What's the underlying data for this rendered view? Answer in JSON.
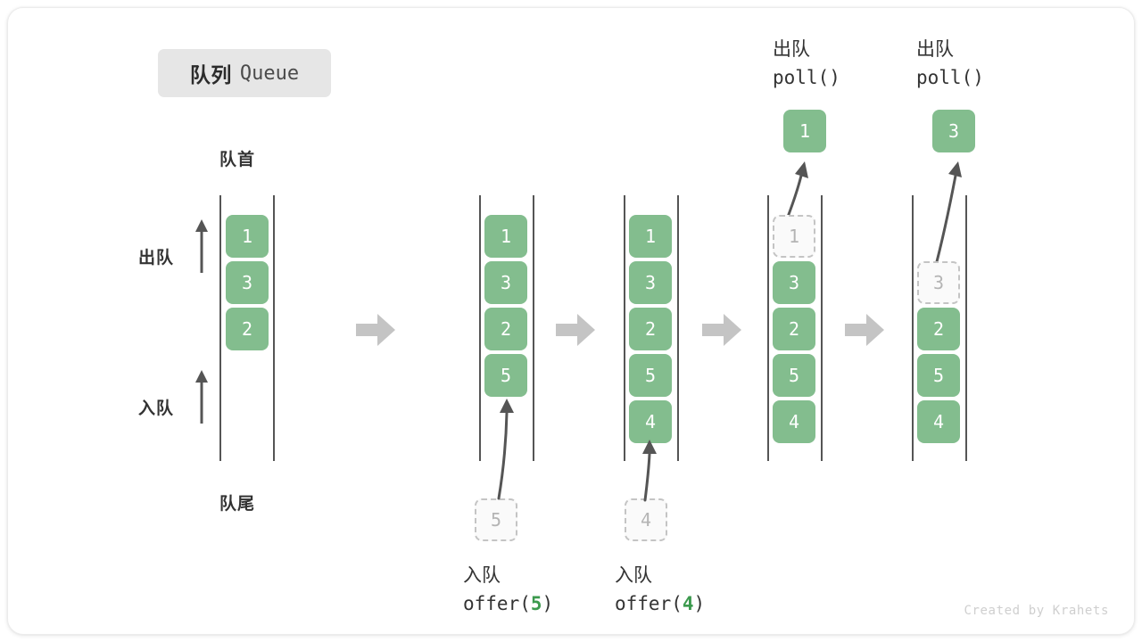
{
  "title": {
    "cn": "队列",
    "en": "Queue"
  },
  "labels": {
    "head": "队首",
    "tail": "队尾",
    "dequeue": "出队",
    "enqueue": "入队"
  },
  "watermark": "Created by Krahets",
  "colors": {
    "cell_fill": "#83bd8e",
    "cell_text": "#ffffff",
    "ghost_border": "#c4c4c4",
    "ghost_text": "#b4b4b4",
    "rail": "#555555",
    "block_arrow": "#c4c4c4",
    "highlight": "#3c9a4e",
    "chip_bg": "#e6e6e6"
  },
  "steps": [
    {
      "id": "initial",
      "cells": [
        {
          "value": "1",
          "state": "filled"
        },
        {
          "value": "3",
          "state": "filled"
        },
        {
          "value": "2",
          "state": "filled"
        }
      ],
      "side_labels": {
        "top": "队首",
        "bottom": "队尾"
      },
      "axis_labels": [
        {
          "text": "出队",
          "dir": "up"
        },
        {
          "text": "入队",
          "dir": "up"
        }
      ]
    },
    {
      "id": "offer-5",
      "cells": [
        {
          "value": "1",
          "state": "filled"
        },
        {
          "value": "3",
          "state": "filled"
        },
        {
          "value": "2",
          "state": "filled"
        },
        {
          "value": "5",
          "state": "filled"
        }
      ],
      "incoming": {
        "value": "5",
        "state": "ghost"
      },
      "caption_cn": "入队",
      "caption_code_prefix": "offer(",
      "caption_code_arg": "5",
      "caption_code_suffix": ")"
    },
    {
      "id": "offer-4",
      "cells": [
        {
          "value": "1",
          "state": "filled"
        },
        {
          "value": "3",
          "state": "filled"
        },
        {
          "value": "2",
          "state": "filled"
        },
        {
          "value": "5",
          "state": "filled"
        },
        {
          "value": "4",
          "state": "filled"
        }
      ],
      "incoming": {
        "value": "4",
        "state": "ghost"
      },
      "caption_cn": "入队",
      "caption_code_prefix": "offer(",
      "caption_code_arg": "4",
      "caption_code_suffix": ")"
    },
    {
      "id": "poll-1",
      "cells": [
        {
          "value": "1",
          "state": "ghost"
        },
        {
          "value": "3",
          "state": "filled"
        },
        {
          "value": "2",
          "state": "filled"
        },
        {
          "value": "5",
          "state": "filled"
        },
        {
          "value": "4",
          "state": "filled"
        }
      ],
      "outgoing": {
        "value": "1",
        "state": "filled"
      },
      "caption_cn": "出队",
      "caption_code": "poll()"
    },
    {
      "id": "poll-3",
      "cells": [
        {
          "value": "",
          "state": "empty"
        },
        {
          "value": "3",
          "state": "ghost"
        },
        {
          "value": "2",
          "state": "filled"
        },
        {
          "value": "5",
          "state": "filled"
        },
        {
          "value": "4",
          "state": "filled"
        }
      ],
      "outgoing": {
        "value": "3",
        "state": "filled"
      },
      "caption_cn": "出队",
      "caption_code": "poll()"
    }
  ]
}
